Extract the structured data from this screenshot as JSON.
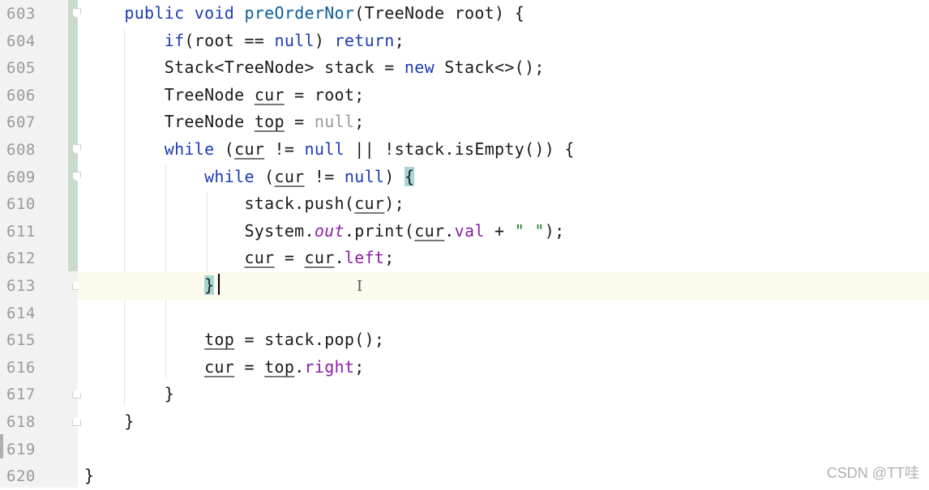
{
  "editor": {
    "current_line": "613",
    "lines": [
      {
        "num": "603",
        "segments": [
          {
            "t": "    "
          },
          {
            "t": "public",
            "c": "kw"
          },
          {
            "t": " "
          },
          {
            "t": "void",
            "c": "kw"
          },
          {
            "t": " "
          },
          {
            "t": "preOrderNor",
            "c": "fn"
          },
          {
            "t": "(TreeNode root) {"
          }
        ]
      },
      {
        "num": "604",
        "segments": [
          {
            "t": "        "
          },
          {
            "t": "if",
            "c": "kw"
          },
          {
            "t": "(root == "
          },
          {
            "t": "null",
            "c": "kw"
          },
          {
            "t": ") "
          },
          {
            "t": "return",
            "c": "kw"
          },
          {
            "t": ";"
          }
        ]
      },
      {
        "num": "605",
        "segments": [
          {
            "t": "        Stack<TreeNode> stack = "
          },
          {
            "t": "new",
            "c": "kw"
          },
          {
            "t": " Stack<>();"
          }
        ]
      },
      {
        "num": "606",
        "segments": [
          {
            "t": "        TreeNode "
          },
          {
            "t": "cur",
            "c": "ul"
          },
          {
            "t": " = root;"
          }
        ]
      },
      {
        "num": "607",
        "segments": [
          {
            "t": "        TreeNode "
          },
          {
            "t": "top",
            "c": "ul"
          },
          {
            "t": " = "
          },
          {
            "t": "null",
            "c": "gray"
          },
          {
            "t": ";"
          }
        ]
      },
      {
        "num": "608",
        "segments": [
          {
            "t": "        "
          },
          {
            "t": "while",
            "c": "kw"
          },
          {
            "t": " ("
          },
          {
            "t": "cur",
            "c": "ul"
          },
          {
            "t": " != "
          },
          {
            "t": "null",
            "c": "kw"
          },
          {
            "t": " || !stack.isEmpty()) {"
          }
        ]
      },
      {
        "num": "609",
        "segments": [
          {
            "t": "            "
          },
          {
            "t": "while",
            "c": "kw"
          },
          {
            "t": " ("
          },
          {
            "t": "cur",
            "c": "ul"
          },
          {
            "t": " != "
          },
          {
            "t": "null",
            "c": "kw"
          },
          {
            "t": ") "
          },
          {
            "t": "{",
            "c": "bracket-hl"
          }
        ]
      },
      {
        "num": "610",
        "segments": [
          {
            "t": "                stack.push("
          },
          {
            "t": "cur",
            "c": "ul"
          },
          {
            "t": ");"
          }
        ]
      },
      {
        "num": "611",
        "segments": [
          {
            "t": "                System."
          },
          {
            "t": "out",
            "c": "sfld"
          },
          {
            "t": ".print("
          },
          {
            "t": "cur",
            "c": "ul"
          },
          {
            "t": "."
          },
          {
            "t": "val",
            "c": "fld"
          },
          {
            "t": " + "
          },
          {
            "t": "\" \"",
            "c": "str"
          },
          {
            "t": ");"
          }
        ]
      },
      {
        "num": "612",
        "segments": [
          {
            "t": "                "
          },
          {
            "t": "cur",
            "c": "ul"
          },
          {
            "t": " = "
          },
          {
            "t": "cur",
            "c": "ul"
          },
          {
            "t": "."
          },
          {
            "t": "left",
            "c": "fld"
          },
          {
            "t": ";"
          }
        ]
      },
      {
        "num": "613",
        "segments": [
          {
            "t": "            "
          },
          {
            "t": "}",
            "c": "bracket-hl"
          }
        ]
      },
      {
        "num": "614",
        "segments": [
          {
            "t": ""
          }
        ]
      },
      {
        "num": "615",
        "segments": [
          {
            "t": "            "
          },
          {
            "t": "top",
            "c": "ul"
          },
          {
            "t": " = stack.pop();"
          }
        ]
      },
      {
        "num": "616",
        "segments": [
          {
            "t": "            "
          },
          {
            "t": "cur",
            "c": "ul"
          },
          {
            "t": " = "
          },
          {
            "t": "top",
            "c": "ul"
          },
          {
            "t": "."
          },
          {
            "t": "right",
            "c": "fld"
          },
          {
            "t": ";"
          }
        ]
      },
      {
        "num": "617",
        "segments": [
          {
            "t": "        }"
          }
        ]
      },
      {
        "num": "618",
        "segments": [
          {
            "t": "    }"
          }
        ]
      },
      {
        "num": "619",
        "segments": [
          {
            "t": ""
          }
        ]
      },
      {
        "num": "620",
        "segments": [
          {
            "t": "}"
          }
        ]
      }
    ],
    "fold_markers": {
      "603": "down",
      "608": "down",
      "609": "down",
      "613": "up",
      "617": "up",
      "618": "up"
    }
  },
  "cursor_glyph": "I",
  "watermark": "CSDN @TT哇"
}
